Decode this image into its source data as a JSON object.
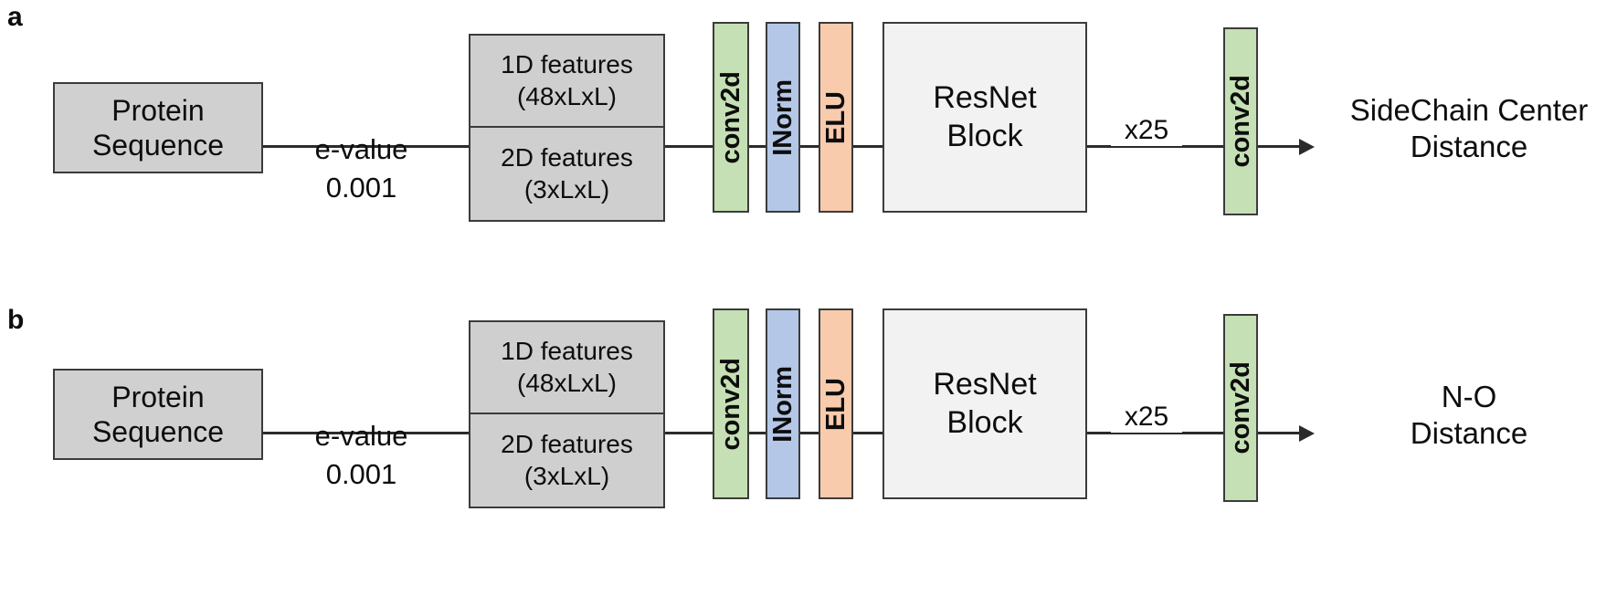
{
  "figure": {
    "type": "neural-network-architecture-diagram",
    "background_color": "#ffffff",
    "panels": [
      {
        "letter": "a",
        "input_box": {
          "label": "Protein\nSequence"
        },
        "edge_label": {
          "text": "e-value\n0.001"
        },
        "features": {
          "top": "1D features\n(48xLxL)",
          "bottom": "2D features\n(3xLxL)"
        },
        "layers": [
          {
            "label": "conv2d",
            "color": "#c5e0b4"
          },
          {
            "label": "INorm",
            "color": "#b4c7e7"
          },
          {
            "label": "ELU",
            "color": "#f8cbad"
          }
        ],
        "block": {
          "label": "ResNet\nBlock",
          "color": "#f2f2f2"
        },
        "repeat_label": "x25",
        "head_layer": {
          "label": "conv2d",
          "color": "#c5e0b4"
        },
        "output": {
          "label": "SideChain Center\nDistance"
        }
      },
      {
        "letter": "b",
        "input_box": {
          "label": "Protein\nSequence"
        },
        "edge_label": {
          "text": "e-value\n0.001"
        },
        "features": {
          "top": "1D features\n(48xLxL)",
          "bottom": "2D features\n(3xLxL)"
        },
        "layers": [
          {
            "label": "conv2d",
            "color": "#c5e0b4"
          },
          {
            "label": "INorm",
            "color": "#b4c7e7"
          },
          {
            "label": "ELU",
            "color": "#f8cbad"
          }
        ],
        "block": {
          "label": "ResNet\nBlock",
          "color": "#f2f2f2"
        },
        "repeat_label": "x25",
        "head_layer": {
          "label": "conv2d",
          "color": "#c5e0b4"
        },
        "output": {
          "label": "N-O\nDistance"
        }
      }
    ],
    "colors": {
      "stroke": "#3b3b3b",
      "gray_fill": "#d0d0d0",
      "feature_fill": "#cfcfcf",
      "resnet_fill": "#f2f2f2",
      "conv2d_green": "#c5e0b4",
      "inorm_blue": "#b4c7e7",
      "elu_orange": "#f8cbad",
      "text": "#0d0d0d"
    }
  }
}
